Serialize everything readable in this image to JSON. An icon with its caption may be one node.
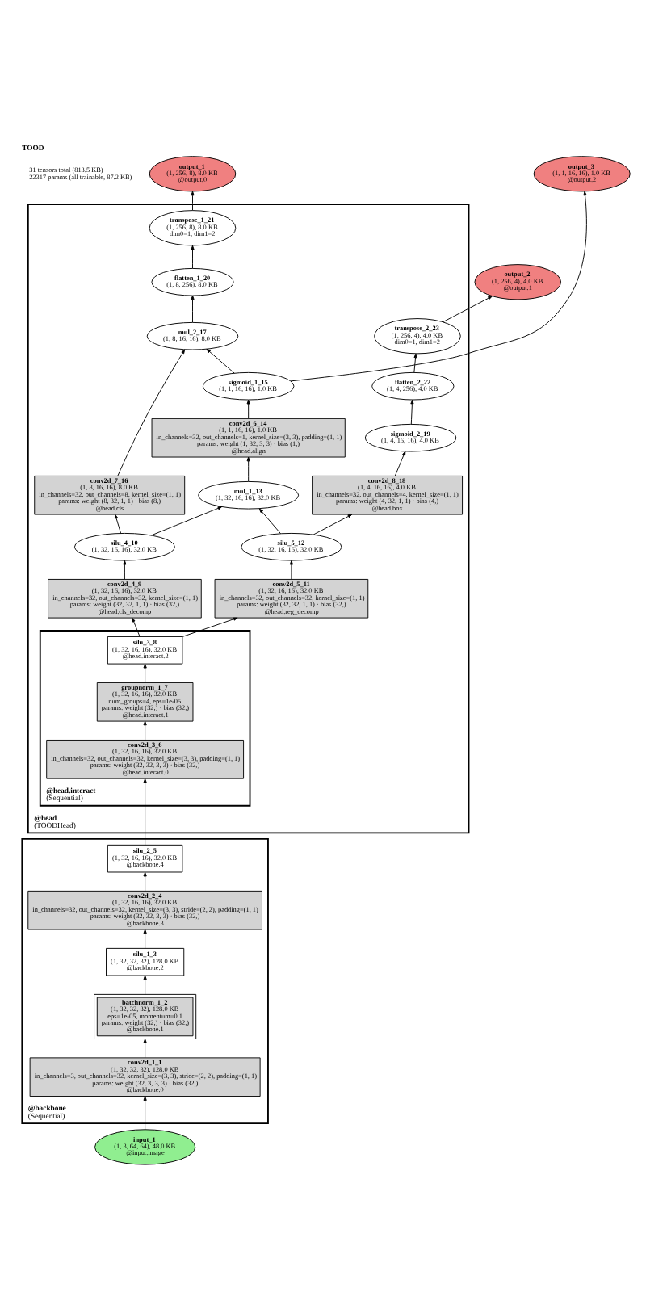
{
  "diagram": {
    "title": "TOOD",
    "nodes": [
      {
        "text": [
          "output_1",
          "(1, 256, 8), 8.0 KB",
          "@output.0"
        ]
      },
      {
        "text": [
          "output_3",
          "(1, 1, 16, 16), 1.0 KB",
          "@output.2"
        ]
      },
      {
        "text": [
          "@head",
          "(TOODHead)"
        ]
      },
      {
        "text": [
          "transpose_1_21",
          "(1, 256, 8), 8.0 KB",
          "dim0=1, dim1=2"
        ],
        "in": 2
      },
      {
        "text": [
          "output_2",
          "(1, 256, 4), 4.0 KB",
          "@output.1"
        ]
      },
      {
        "text": [
          "flatten_1_20",
          "(1, 8, 256), 8.0 KB"
        ],
        "in": 2
      },
      {
        "text": [
          "mul_2_17",
          "(1, 8, 16, 16), 8.0 KB"
        ],
        "in": 2
      },
      {
        "text": [
          "transpose_2_23",
          "(1, 256, 4), 4.0 KB",
          "dim0=1, dim1=2"
        ],
        "in": 2
      },
      {
        "text": [
          "sigmoid_1_15",
          "(1, 1, 16, 16), 1.0 KB"
        ],
        "in": 2
      },
      {
        "text": [
          "flatten_2_22",
          "(1, 4, 256), 4.0 KB"
        ],
        "in": 2
      },
      {
        "text": [
          "conv2d_6_14",
          "(1, 1, 16, 16), 1.0 KB",
          "in_channels=32, out_channels=1, kernel_size=(3, 3), padding=(1, 1)",
          "params: weight (1, 32, 3, 3) · bias (1,)",
          "@head.align"
        ],
        "in": 2
      },
      {
        "text": [
          "sigmoid_2_19",
          "(1, 4, 16, 16), 4.0 KB"
        ],
        "in": 2
      },
      {
        "text": [
          "conv2d_7_16",
          "(1, 8, 16, 16), 8.0 KB",
          "in_channels=32, out_channels=8, kernel_size=(1, 1)",
          "params: weight (8, 32, 1, 1) · bias (8,)",
          "@head.cls"
        ],
        "in": 2
      },
      {
        "text": [
          "mul_1_13",
          "(1, 32, 16, 16), 32.0 KB"
        ],
        "in": 2
      },
      {
        "text": [
          "conv2d_8_18",
          "(1, 4, 16, 16), 4.0 KB",
          "in_channels=32, out_channels=4, kernel_size=(1, 1)",
          "params: weight (4, 32, 1, 1) · bias (4,)",
          "@head.box"
        ],
        "in": 2
      },
      {
        "text": [
          "silu_4_10",
          "(1, 32, 16, 16), 32.0 KB"
        ],
        "in": 2
      },
      {
        "text": [
          "silu_5_12",
          "(1, 32, 16, 16), 32.0 KB"
        ],
        "in": 2
      },
      {
        "text": [
          "conv2d_4_9",
          "(1, 32, 16, 16), 32.0 KB",
          "in_channels=32, out_channels=32, kernel_size=(1, 1)",
          "params: weight (32, 32, 1, 1) · bias (32,)",
          "@head.cls_decomp"
        ],
        "in": 2
      },
      {
        "text": [
          "conv2d_5_11",
          "(1, 32, 16, 16), 32.0 KB",
          "in_channels=32, out_channels=32, kernel_size=(1, 1)",
          "params: weight (32, 32, 1, 1) · bias (32,)",
          "@head.reg_decomp"
        ],
        "in": 2
      },
      {
        "text": [
          "@head.interact",
          "(Sequential)"
        ],
        "in": 2
      },
      {
        "text": [
          "silu_3_8",
          "(1, 32, 16, 16), 32.0 KB",
          "@head.interact.2"
        ],
        "in": 19
      },
      {
        "text": [
          "groupnorm_1_7",
          "(1, 32, 16, 16), 32.0 KB",
          "num_groups=4, eps=1e-05",
          "params: weight (32,) · bias (32,)",
          "@head.interact.1"
        ],
        "in": 19
      },
      {
        "text": [
          "conv2d_3_6",
          "(1, 32, 16, 16), 32.0 KB",
          "in_channels=32, out_channels=32, kernel_size=(3, 3), padding=(1, 1)",
          "params: weight (32, 32, 3, 3) · bias (32,)",
          "@head.interact.0"
        ],
        "in": 19
      },
      {
        "text": [
          "@backbone",
          "(Sequential)"
        ]
      },
      {
        "text": [
          "silu_2_5",
          "(1, 32, 16, 16), 32.0 KB",
          "@backbone.4"
        ],
        "in": 23
      },
      {
        "text": [
          "conv2d_2_4",
          "(1, 32, 16, 16), 32.0 KB",
          "in_channels=32, out_channels=32, kernel_size=(3, 3), stride=(2, 2), padding=(1, 1)",
          "params: weight (32, 32, 3, 3) · bias (32,)",
          "@backbone.3"
        ],
        "in": 23
      },
      {
        "text": [
          "silu_1_3",
          "(1, 32, 32, 32), 128.0 KB",
          "@backbone.2"
        ],
        "in": 23
      },
      {
        "text": [
          "batchnorm_1_2",
          "(1, 32, 32, 32), 128.0 KB",
          "eps=1e-05, momentum=0.1",
          "params: weight (32,) · bias (32,)",
          "@backbone.1"
        ],
        "in": 23
      },
      {
        "text": [
          "conv2d_1_1",
          "(1, 32, 32, 32), 128.0 KB",
          "in_channels=3, out_channels=32, kernel_size=(3, 3), stride=(2, 2), padding=(1, 1)",
          "params: weight (32, 3, 3, 3) · bias (32,)",
          "@backbone.0"
        ],
        "in": 23
      },
      {
        "text": [
          "input_1",
          "(1, 3, 64, 64), 48.0 KB",
          "@input.image"
        ]
      }
    ],
    "edges": [
      {
        "from": 29,
        "to": 28,
        "arrow": "to"
      },
      {
        "from": 28,
        "to": 27,
        "arrow": "to"
      },
      {
        "from": 27,
        "to": 26,
        "arrow": "to"
      },
      {
        "from": 26,
        "to": 25,
        "arrow": "to"
      },
      {
        "from": 25,
        "to": 24,
        "arrow": "to"
      },
      {
        "from": 24,
        "to": 22,
        "arrow": "to"
      },
      {
        "from": 22,
        "to": 21,
        "arrow": "to"
      },
      {
        "from": 21,
        "to": 20,
        "arrow": "to"
      },
      {
        "from": 20,
        "to": 17,
        "arrow": "to"
      },
      {
        "from": 20,
        "to": 18,
        "arrow": "to"
      },
      {
        "from": 17,
        "to": 15,
        "arrow": "to"
      },
      {
        "from": 18,
        "to": 16,
        "arrow": "to"
      },
      {
        "from": 15,
        "to": 12,
        "arrow": "to"
      },
      {
        "from": 15,
        "to": 13,
        "arrow": "to"
      },
      {
        "from": 16,
        "to": 13,
        "arrow": "to"
      },
      {
        "from": 16,
        "to": 14,
        "arrow": "to"
      },
      {
        "from": 13,
        "to": 10,
        "arrow": "to"
      },
      {
        "from": 10,
        "to": 8,
        "arrow": "to"
      },
      {
        "from": 12,
        "to": 6,
        "arrow": "to"
      },
      {
        "from": 8,
        "to": 6,
        "arrow": "to"
      },
      {
        "from": 8,
        "to": 1,
        "arrow": "to"
      },
      {
        "from": 14,
        "to": 11,
        "arrow": "to"
      },
      {
        "from": 11,
        "to": 9,
        "arrow": "to"
      },
      {
        "from": 9,
        "to": 7,
        "arrow": "to"
      },
      {
        "from": 7,
        "to": 4,
        "arrow": "to"
      },
      {
        "from": 6,
        "to": 5,
        "arrow": "to"
      },
      {
        "from": 5,
        "to": 3,
        "arrow": "to"
      },
      {
        "from": 3,
        "to": 0,
        "arrow": "to"
      }
    ],
    "labels": [
      "31 tensors total (813.5 KB)",
      "22317 params (all trainable, 87.2 KB)"
    ]
  }
}
